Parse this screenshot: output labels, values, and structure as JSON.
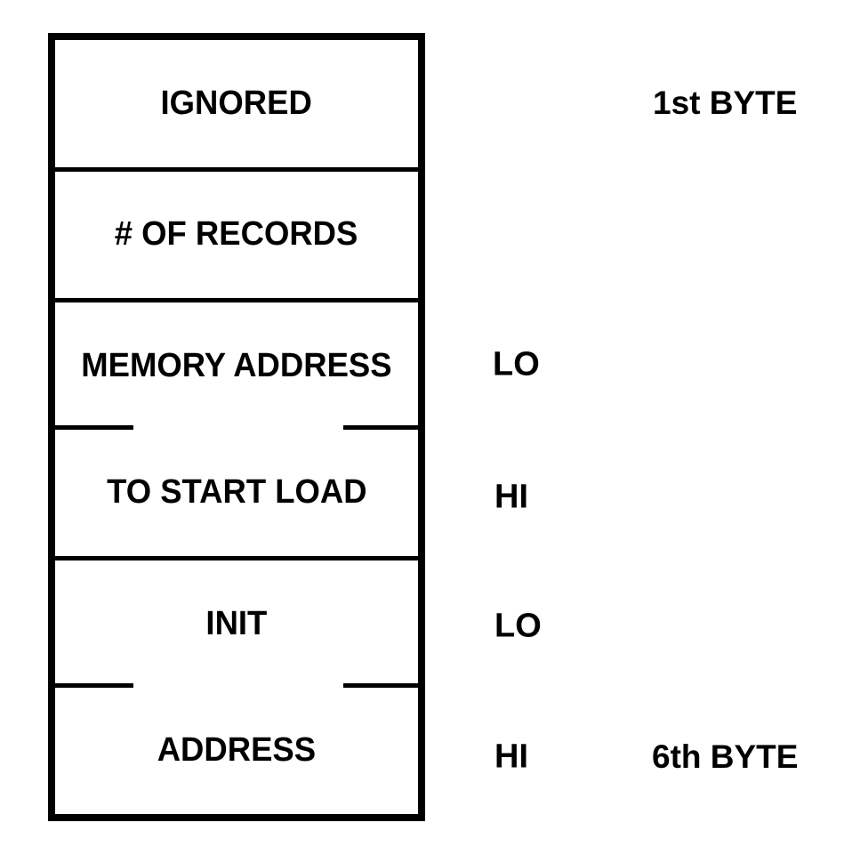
{
  "figure": {
    "description": "Tape record format diagram: six stacked byte fields with LO/HI markers",
    "colors": {
      "ink": "#000000",
      "background": "#ffffff"
    },
    "box": {
      "rows": [
        {
          "label": "IGNORED",
          "side_label": "",
          "byte_label": "1st BYTE",
          "divider_below": "solid"
        },
        {
          "label": "# OF RECORDS",
          "side_label": "",
          "byte_label": "",
          "divider_below": "solid"
        },
        {
          "label": "MEMORY ADDRESS",
          "side_label": "LO",
          "byte_label": "",
          "divider_below": "broken"
        },
        {
          "label": "TO START LOAD",
          "side_label": "HI",
          "byte_label": "",
          "divider_below": "solid"
        },
        {
          "label": "INIT",
          "side_label": "LO",
          "byte_label": "",
          "divider_below": "broken"
        },
        {
          "label": "ADDRESS",
          "side_label": "HI",
          "byte_label": "6th BYTE",
          "divider_below": "none"
        }
      ]
    }
  }
}
